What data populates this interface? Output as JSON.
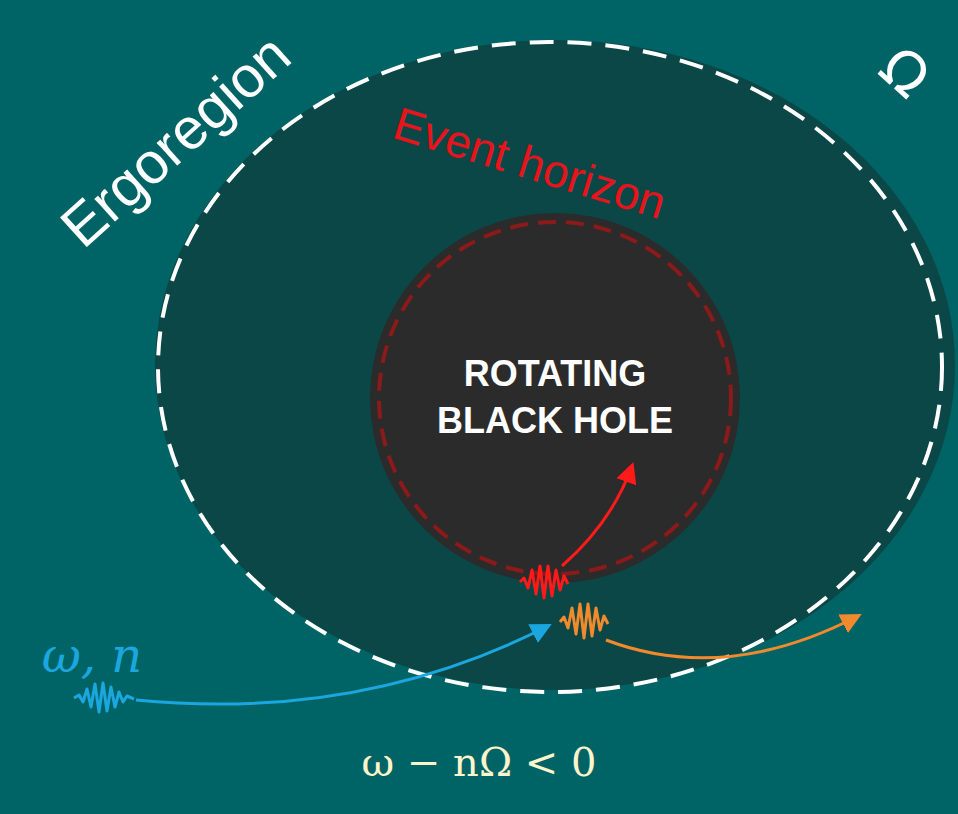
{
  "diagram": {
    "nodes": [
      {
        "text": [
          "Ergoregion"
        ]
      },
      {
        "text": [
          "Event horizon",
          "ROTATING BLACK HOLE"
        ],
        "in": 0
      }
    ],
    "labels": [
      "Ω",
      "ω, n",
      "ω − nΩ < 0"
    ]
  }
}
